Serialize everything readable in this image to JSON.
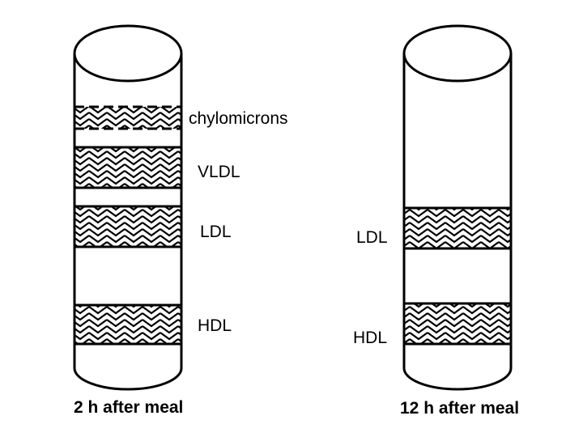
{
  "tube_2h": {
    "bands": [
      {
        "label": "chylomicrons"
      },
      {
        "label": "VLDL"
      },
      {
        "label": "LDL"
      },
      {
        "label": "HDL"
      }
    ],
    "caption": "2 h after meal"
  },
  "tube_12h": {
    "bands": [
      {
        "label": "LDL"
      },
      {
        "label": "HDL"
      }
    ],
    "caption": "12 h after meal"
  }
}
